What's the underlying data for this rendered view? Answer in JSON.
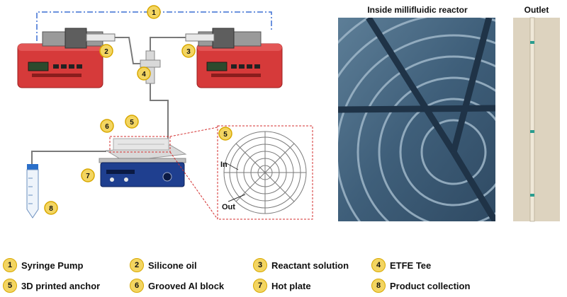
{
  "panels": {
    "inside_title": "Inside millifluidic reactor",
    "outlet_title": "Outlet"
  },
  "inset": {
    "in_label": "In",
    "out_label": "Out"
  },
  "markers": {
    "m1": "1",
    "m2": "2",
    "m3": "3",
    "m4": "4",
    "m5": "5",
    "m5b": "5",
    "m6": "6",
    "m7": "7",
    "m8": "8"
  },
  "legend": [
    {
      "num": "1",
      "label": "Syringe Pump"
    },
    {
      "num": "2",
      "label": "Silicone oil"
    },
    {
      "num": "3",
      "label": "Reactant solution"
    },
    {
      "num": "4",
      "label": "ETFE Tee"
    },
    {
      "num": "5",
      "label": "3D printed anchor"
    },
    {
      "num": "6",
      "label": "Grooved Al block"
    },
    {
      "num": "7",
      "label": "Hot plate"
    },
    {
      "num": "8",
      "label": "Product collection"
    }
  ],
  "colors": {
    "pump_red": "#d63a3a",
    "badge_fill": "#f3d561",
    "badge_border": "#d8a800",
    "dash_line": "#3b6fd4",
    "inset_border": "#d32f2f",
    "hotplate_blue": "#1f3f8f",
    "reactor_photo": "#3f5f7a"
  }
}
